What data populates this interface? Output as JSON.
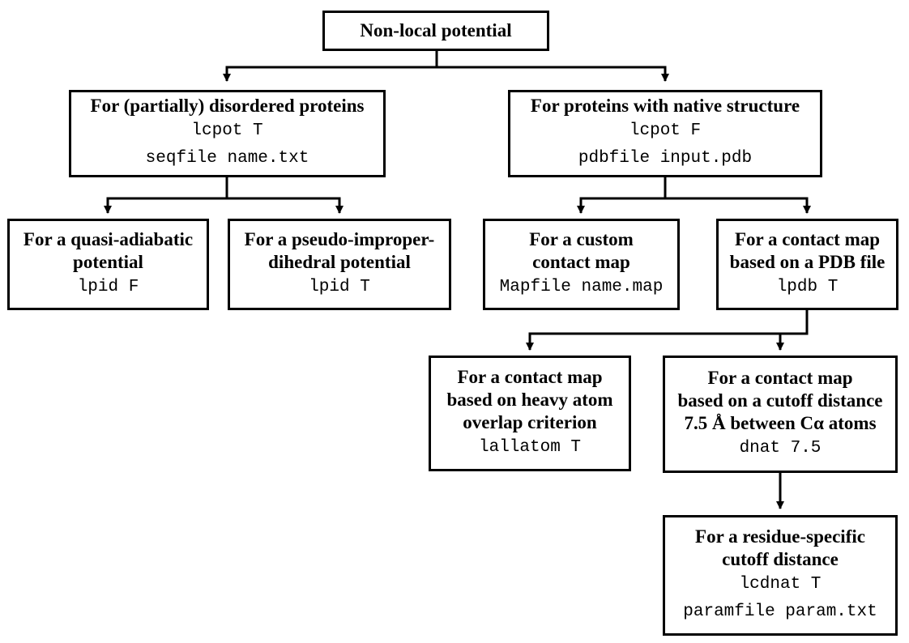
{
  "root": {
    "title": "Non-local potential"
  },
  "disordered": {
    "title": "For (partially) disordered proteins",
    "params": [
      "lcpot T",
      "seqfile name.txt"
    ]
  },
  "native": {
    "title": "For proteins with native structure",
    "params": [
      "lcpot F",
      "pdbfile input.pdb"
    ]
  },
  "quasi_adiabatic": {
    "title_lines": [
      "For a quasi-adiabatic",
      "potential"
    ],
    "params": [
      "lpid F"
    ]
  },
  "pseudo_improper": {
    "title_lines": [
      "For a pseudo-improper-",
      "dihedral potential"
    ],
    "params": [
      "lpid T"
    ]
  },
  "custom_map": {
    "title_lines": [
      "For a custom",
      "contact map"
    ],
    "params": [
      "Mapfile name.map"
    ]
  },
  "pdb_map": {
    "title_lines": [
      "For a contact map",
      "based on a PDB file"
    ],
    "params": [
      "lpdb T"
    ]
  },
  "heavy_atom": {
    "title_lines": [
      "For a contact map",
      "based on heavy atom",
      "overlap criterion"
    ],
    "params": [
      "lallatom T"
    ]
  },
  "cutoff": {
    "title_lines": [
      "For a contact map",
      "based on a cutoff distance",
      "7.5 Å between Cα atoms"
    ],
    "params": [
      "dnat 7.5"
    ]
  },
  "residue_specific": {
    "title_lines": [
      "For a residue-specific",
      "cutoff distance"
    ],
    "params": [
      "lcdnat T",
      "paramfile param.txt"
    ]
  }
}
